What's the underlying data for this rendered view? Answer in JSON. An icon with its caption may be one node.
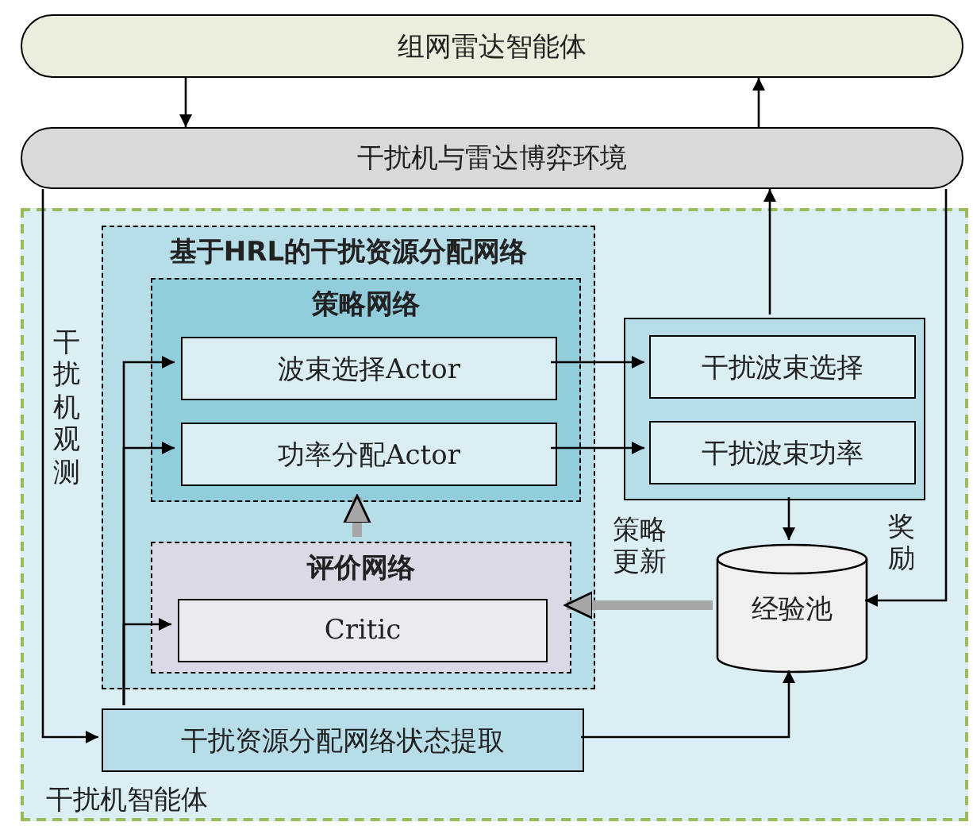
{
  "diagram": {
    "nodes": [
      {
        "text": [
          "组网雷达智能体"
        ]
      },
      {
        "text": [
          "干扰机与雷达博弈环境"
        ]
      },
      {
        "text": [
          "干扰机智能体"
        ]
      },
      {
        "text": [
          "基于HRL的干扰资源分配网络"
        ],
        "in": 2
      },
      {
        "text": [
          "策略网络"
        ],
        "in": 3
      },
      {
        "text": [
          "波束选择Actor"
        ],
        "in": 4
      },
      {
        "text": [
          "功率分配Actor"
        ],
        "in": 4
      },
      {
        "text": [
          "评价网络"
        ],
        "in": 3
      },
      {
        "text": [
          "Critic"
        ],
        "in": 7
      },
      {
        "text": [],
        "shape": "box",
        "in": 2
      },
      {
        "text": [
          "干扰波束选择"
        ],
        "in": 9
      },
      {
        "text": [
          "干扰波束功率"
        ],
        "in": 9
      },
      {
        "text": [
          "经验池"
        ],
        "in": 2
      },
      {
        "text": [
          "干扰资源分配网络状态提取"
        ],
        "in": 2
      }
    ],
    "edges": [
      {
        "from": 0,
        "to": 1,
        "arrow": "to"
      },
      {
        "from": 1,
        "to": 0,
        "arrow": "to"
      },
      {
        "from": 9,
        "to": 1,
        "arrow": "to"
      },
      {
        "from": 1,
        "to": 13,
        "arrow": "to",
        "label": "干扰机观测"
      },
      {
        "from": 13,
        "to": 5,
        "arrow": "to"
      },
      {
        "from": 13,
        "to": 6,
        "arrow": "to"
      },
      {
        "from": 13,
        "to": 8,
        "arrow": "to"
      },
      {
        "from": 5,
        "to": 10,
        "arrow": "to"
      },
      {
        "from": 6,
        "to": 11,
        "arrow": "to"
      },
      {
        "from": 9,
        "to": 12,
        "arrow": "to"
      },
      {
        "from": 1,
        "to": 12,
        "arrow": "to",
        "label": "奖励"
      },
      {
        "from": 13,
        "to": 12,
        "arrow": "to"
      },
      {
        "from": 12,
        "to": 7,
        "arrow": "to",
        "label": "策略更新",
        "style": "thick",
        "color": "#a6a6a6"
      },
      {
        "from": 7,
        "to": 4,
        "arrow": "to",
        "style": "thick",
        "color": "#a6a6a6"
      }
    ]
  }
}
